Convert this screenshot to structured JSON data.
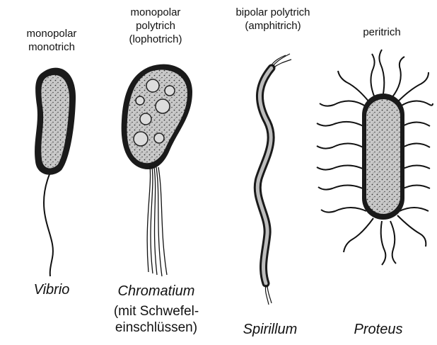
{
  "columns": [
    {
      "type_lines": [
        "monopolar",
        "monotrich"
      ],
      "genus": "Vibrio",
      "note_lines": []
    },
    {
      "type_lines": [
        "monopolar",
        "polytrich",
        "(lophotrich)"
      ],
      "genus": "Chromatium",
      "note_lines": [
        "(mit Schwefel-",
        "einschlüssen)"
      ]
    },
    {
      "type_lines": [
        "bipolar polytrich",
        "(amphitrich)"
      ],
      "genus": "Spirillum",
      "note_lines": []
    },
    {
      "type_lines": [
        "peritrich"
      ],
      "genus": "Proteus",
      "note_lines": []
    }
  ],
  "colors": {
    "ink": "#111111",
    "cell_fill": "#c9c9c9",
    "background": "#ffffff"
  }
}
